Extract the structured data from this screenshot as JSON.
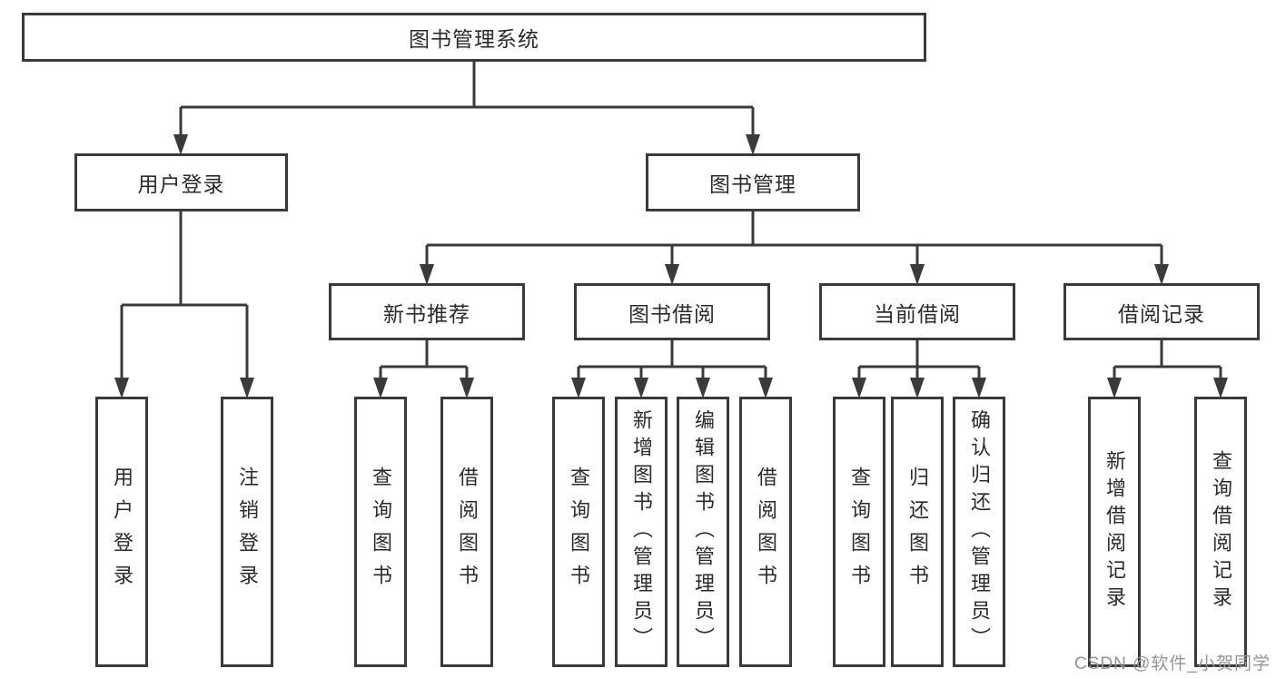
{
  "tree": {
    "root": {
      "label": "图书管理系统"
    },
    "level2": [
      {
        "label": "用户登录"
      },
      {
        "label": "图书管理"
      }
    ],
    "level3": [
      {
        "label": "新书推荐"
      },
      {
        "label": "图书借阅"
      },
      {
        "label": "当前借阅"
      },
      {
        "label": "借阅记录"
      }
    ],
    "leaves": {
      "user_login": [
        {
          "label": "用户登录"
        },
        {
          "label": "注销登录"
        }
      ],
      "new_book": [
        {
          "label": "查询图书"
        },
        {
          "label": "借阅图书"
        }
      ],
      "book_borrow": [
        {
          "label": "查询图书"
        },
        {
          "label": "新增图书（管理员）"
        },
        {
          "label": "编辑图书（管理员）"
        },
        {
          "label": "借阅图书"
        }
      ],
      "current_borrow": [
        {
          "label": "查询图书"
        },
        {
          "label": "归还图书"
        },
        {
          "label": "确认归还（管理员）"
        }
      ],
      "records": [
        {
          "label": "新增借阅记录"
        },
        {
          "label": "查询借阅记录"
        }
      ]
    }
  },
  "watermark": {
    "text": "CSDN @软件_小贺同学"
  },
  "colors": {
    "line": "#3a3a3a",
    "text": "#2b2b2b",
    "background": "#ffffff",
    "watermark": "#949494"
  }
}
